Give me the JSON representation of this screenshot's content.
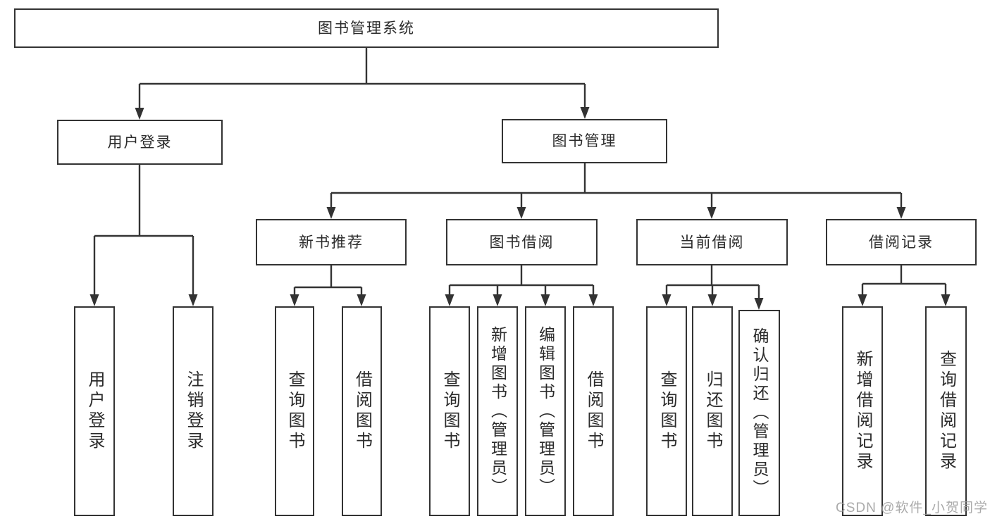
{
  "tree": {
    "label": "图书管理系统",
    "children": [
      {
        "label": "用户登录",
        "children": [
          {
            "label": "用户登录"
          },
          {
            "label": "注销登录"
          }
        ]
      },
      {
        "label": "图书管理",
        "children": [
          {
            "label": "新书推荐",
            "children": [
              {
                "label": "查询图书"
              },
              {
                "label": "借阅图书"
              }
            ]
          },
          {
            "label": "图书借阅",
            "children": [
              {
                "label": "查询图书"
              },
              {
                "label": "新增图书（管理员）"
              },
              {
                "label": "编辑图书（管理员）"
              },
              {
                "label": "借阅图书"
              }
            ]
          },
          {
            "label": "当前借阅",
            "children": [
              {
                "label": "查询图书"
              },
              {
                "label": "归还图书"
              },
              {
                "label": "确认归还（管理员）"
              }
            ]
          },
          {
            "label": "借阅记录",
            "children": [
              {
                "label": "新增借阅记录"
              },
              {
                "label": "查询借阅记录"
              }
            ]
          }
        ]
      }
    ]
  },
  "watermark": {
    "text": "CSDN @软件_小贺同学"
  },
  "colors": {
    "line": "#333333",
    "text": "#2b2b2b",
    "background": "#ffffff",
    "watermark": "#9c9c9c"
  }
}
